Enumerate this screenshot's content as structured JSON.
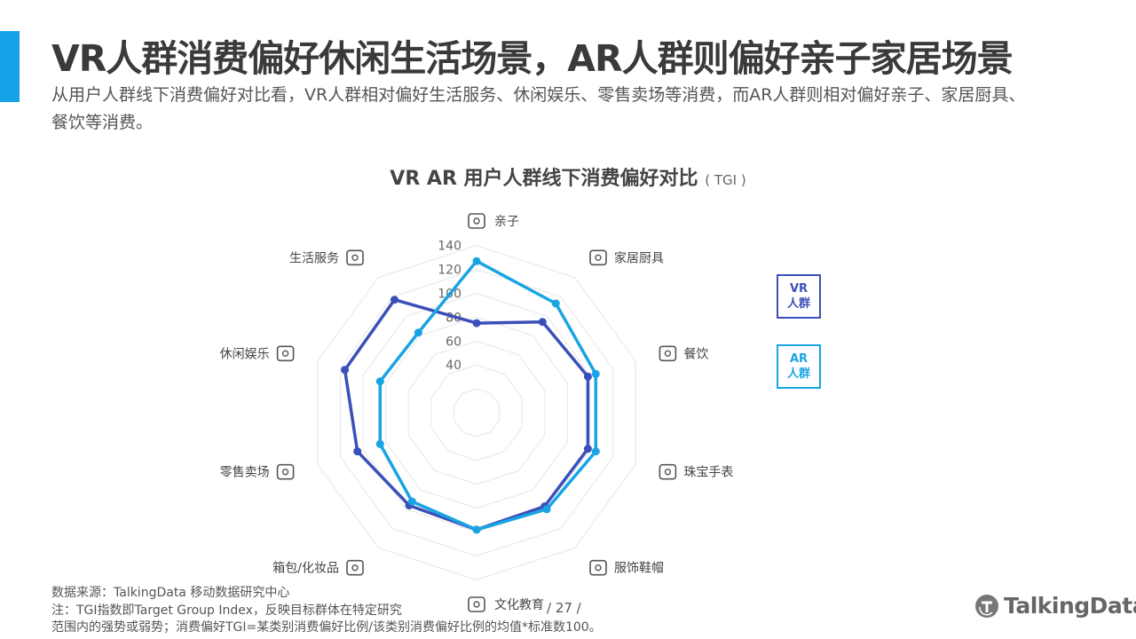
{
  "page": {
    "title": "VR人群消费偏好休闲生活场景，AR人群则偏好亲子家居场景",
    "subtitle": "从用户人群线下消费偏好对比看，VR人群相对偏好生活服务、休闲娱乐、零售卖场等消费，而AR人群则相对偏好亲子、家居厨具、餐饮等消费。",
    "footnote_source": "数据来源：TalkingData 移动数据研究中心",
    "footnote_note_1": "注：TGI指数即Target Group Index，反映目标群体在特定研究",
    "footnote_note_2": "范围内的强势或弱势；消费偏好TGI=某类别消费偏好比例/该类别消费偏好比例的均值*标准数100。",
    "page_number": "/  27  /",
    "logo_text": "TalkingData"
  },
  "colors": {
    "vr": "#3b4fb8",
    "ar": "#19a4e3",
    "accent": "#16a2e6",
    "grid": "#e6e6e6"
  },
  "chart_data": {
    "type": "radar",
    "title": "VR  AR  用户人群线下消费偏好对比",
    "title_unit": "( TGI )",
    "categories": [
      "亲子",
      "家居厨具",
      "餐饮",
      "珠宝手表",
      "服饰鞋帽",
      "文化教育",
      "箱包/化妆品",
      "零售卖场",
      "休闲娱乐",
      "生活服务"
    ],
    "category_icons": [
      "stroller-icon",
      "sofa-icon",
      "bread-icon",
      "watch-icon",
      "jacket-icon",
      "piano-icon",
      "lipstick-icon",
      "storefront-icon",
      "camera-icon",
      "map-icon"
    ],
    "r_ticks": [
      40,
      60,
      80,
      100,
      120,
      140
    ],
    "r_range": [
      0,
      140
    ],
    "grid_rings": [
      20,
      40,
      60,
      80,
      100,
      120,
      140
    ],
    "series": [
      {
        "name": "VR\n人群",
        "values": [
          75,
          94,
          98,
          98,
          97,
          98,
          96,
          105,
          116,
          117
        ]
      },
      {
        "name": "AR\n人群",
        "values": [
          127,
          113,
          105,
          105,
          100,
          98,
          92,
          85,
          85,
          83
        ]
      }
    ]
  }
}
